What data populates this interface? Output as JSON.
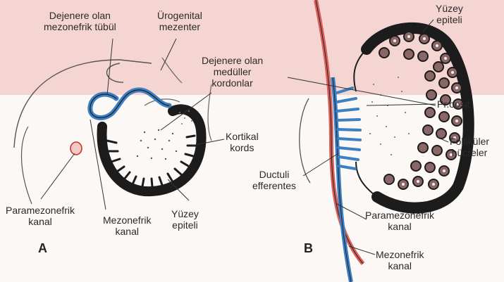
{
  "panels": {
    "a": {
      "letter": "A",
      "labels": {
        "dejenere_tubul": [
          "Dejenere olan",
          "mezonefrik tübül"
        ],
        "urogenital": [
          "Ürogenital",
          "mezenter"
        ],
        "dejenere_kordonlar": [
          "Dejenere olan",
          "medüller",
          "kordonlar"
        ],
        "kortikal": [
          "Kortikal",
          "kords"
        ],
        "paramezonefrik": [
          "Paramezonefrik",
          "kanal"
        ],
        "mezonefrik": [
          "Mezonefrik",
          "kanal"
        ],
        "yuzey": [
          "Yüzey",
          "epiteli"
        ]
      }
    },
    "b": {
      "letter": "B",
      "labels": {
        "yuzey": [
          "Yüzey",
          "epiteli"
        ],
        "proosit": [
          "Pr.oosit"
        ],
        "folikuler": [
          "Folliküler",
          "hücreler"
        ],
        "ductuli": [
          "Ductuli",
          "efferentes"
        ],
        "paramezonefrik": [
          "Paramezonefrik",
          "kanal"
        ],
        "mezonefrik": [
          "Mezonefrik",
          "kanal"
        ]
      }
    }
  },
  "colors": {
    "watermark": "#d63a3a",
    "blue_duct": "#3d7fc4",
    "red_duct": "#d9605a",
    "tissue": "#1c1c1c"
  }
}
